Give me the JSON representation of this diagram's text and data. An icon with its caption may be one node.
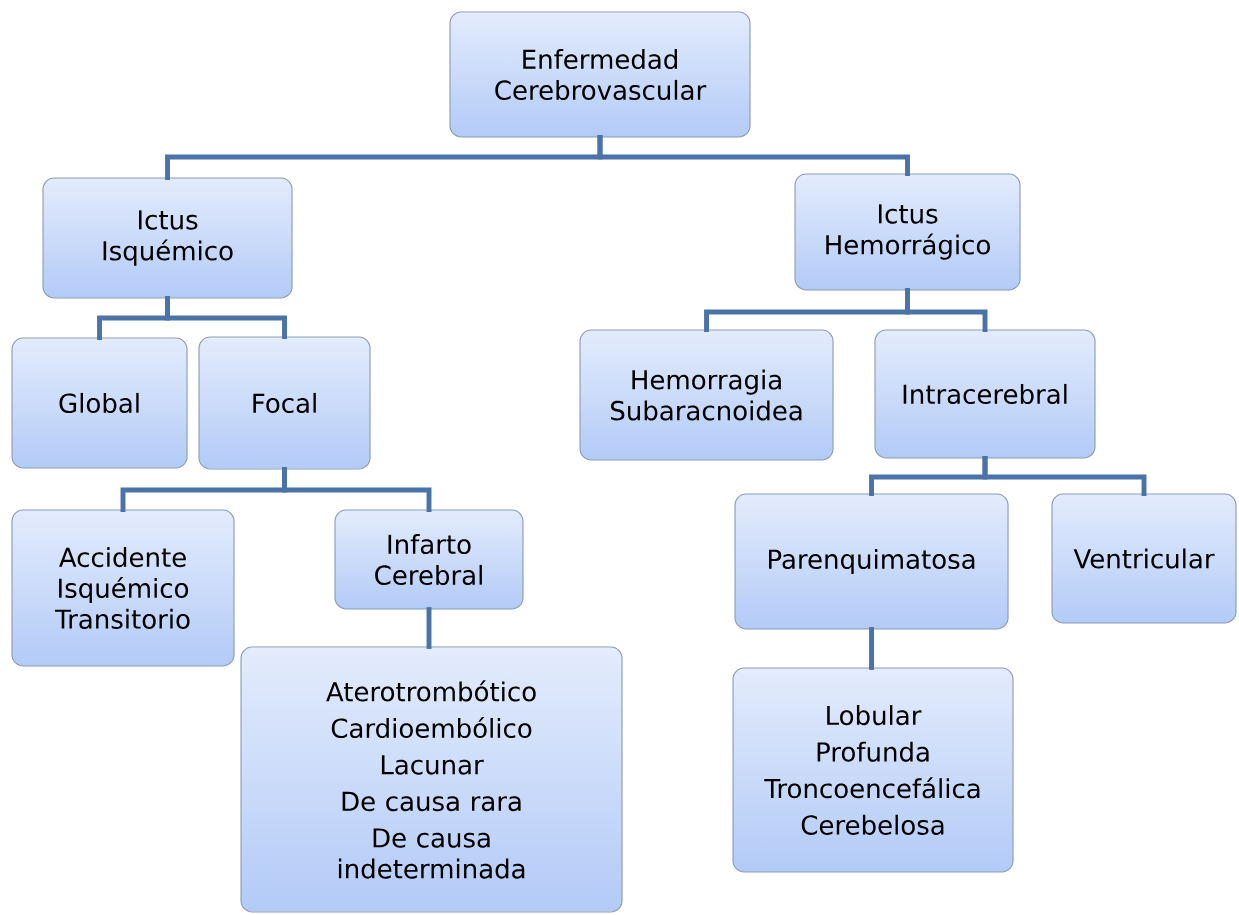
{
  "diagram": {
    "nodes": [
      {
        "text": [
          "Enfermedad Cerebrovascular"
        ]
      },
      {
        "text": [
          "Ictus Isquémico"
        ]
      },
      {
        "text": [
          "Ictus Hemorrágico"
        ]
      },
      {
        "text": [
          "Global"
        ]
      },
      {
        "text": [
          "Focal"
        ]
      },
      {
        "text": [
          "Hemorragia Subaracnoidea"
        ]
      },
      {
        "text": [
          "Intracerebral"
        ]
      },
      {
        "text": [
          "Accidente Isquémico Transitorio"
        ]
      },
      {
        "text": [
          "Infarto Cerebral"
        ]
      },
      {
        "text": [
          "Parenquimatosa"
        ]
      },
      {
        "text": [
          "Ventricular"
        ]
      },
      {
        "text": [
          "Aterotrombótico",
          "Cardioembólico",
          "Lacunar",
          "De causa rara",
          "De causa indeterminada"
        ]
      },
      {
        "text": [
          "Lobular",
          "Profunda",
          "Troncoencefálica",
          "Cerebelosa"
        ]
      }
    ],
    "edges": [
      {
        "from": 0,
        "to": 1,
        "arrow": "none"
      },
      {
        "from": 0,
        "to": 2,
        "arrow": "none"
      },
      {
        "from": 1,
        "to": 3,
        "arrow": "none"
      },
      {
        "from": 1,
        "to": 4,
        "arrow": "none"
      },
      {
        "from": 4,
        "to": 7,
        "arrow": "none"
      },
      {
        "from": 4,
        "to": 8,
        "arrow": "none"
      },
      {
        "from": 8,
        "to": 11,
        "arrow": "none"
      },
      {
        "from": 2,
        "to": 5,
        "arrow": "none"
      },
      {
        "from": 2,
        "to": 6,
        "arrow": "none"
      },
      {
        "from": 6,
        "to": 9,
        "arrow": "none"
      },
      {
        "from": 6,
        "to": 10,
        "arrow": "none"
      },
      {
        "from": 9,
        "to": 12,
        "arrow": "none"
      }
    ]
  }
}
